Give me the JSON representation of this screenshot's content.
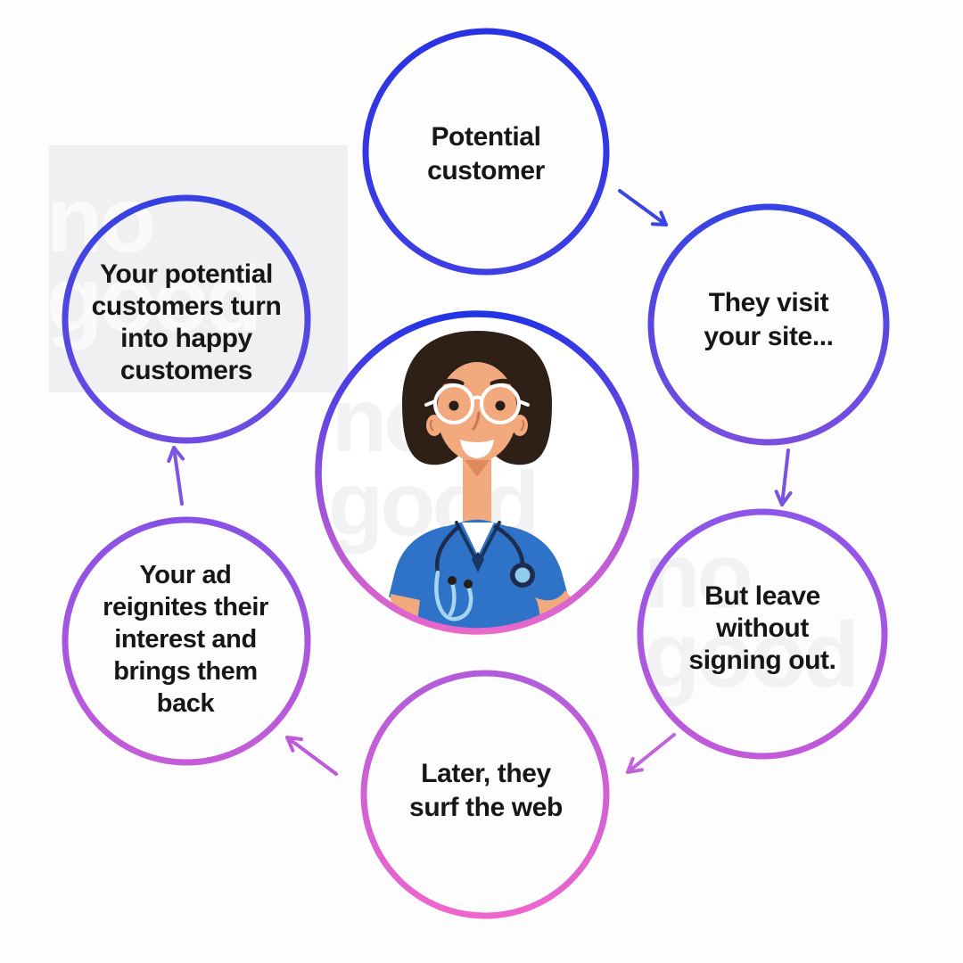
{
  "background_color": "#FDFDFE",
  "watermarks": {
    "brand_lines": [
      "no",
      "good"
    ],
    "panel_color": "#F0F0F2",
    "light_text_color": "#FAFAFB",
    "dark_text_color": "#F2F2F4"
  },
  "diagram": {
    "text_color": "#161616",
    "steps": [
      {
        "id": "potential-customer",
        "lines": [
          "Potential",
          "customer"
        ],
        "border_from": "#2A33E3",
        "border_to": "#3F3EE4"
      },
      {
        "id": "they-visit",
        "lines": [
          "They visit",
          "your site..."
        ],
        "border_from": "#3642E3",
        "border_to": "#7A4EDF"
      },
      {
        "id": "but-leave",
        "lines": [
          "But leave",
          "without",
          "signing out."
        ],
        "border_from": "#8C55E8",
        "border_to": "#C259D9"
      },
      {
        "id": "later-surf",
        "lines": [
          "Later, they",
          "surf the web"
        ],
        "border_from": "#B25BDA",
        "border_to": "#EE66CD"
      },
      {
        "id": "ad-reignites",
        "lines": [
          "Your ad",
          "reignites their",
          "interest and",
          "brings them",
          "back"
        ],
        "border_from": "#8751E5",
        "border_to": "#C55CD7"
      },
      {
        "id": "happy-customers",
        "lines": [
          "Your potential",
          "customers turn",
          "into happy",
          "customers"
        ],
        "border_from": "#3541E2",
        "border_to": "#6F4CE1"
      }
    ],
    "arrows": [
      {
        "from": "potential-customer",
        "to": "they-visit",
        "color": "#3A46E2"
      },
      {
        "from": "they-visit",
        "to": "but-leave",
        "color": "#7B52E2"
      },
      {
        "from": "but-leave",
        "to": "later-surf",
        "color": "#C263DB"
      },
      {
        "from": "later-surf",
        "to": "ad-reignites",
        "color": "#BC5AD8"
      },
      {
        "from": "ad-reignites",
        "to": "happy-customers",
        "color": "#7D55E3"
      }
    ],
    "center": {
      "border_from": "#2133E5",
      "border_mid": "#8A4FDE",
      "border_to": "#E968CB",
      "illustration": {
        "label": "female-healthcare-professional-with-stethoscope",
        "skin": "#F2A97E",
        "skin_shadow": "#DE8A5E",
        "hair": "#2E2017",
        "scrub": "#2E73C8",
        "collar_navy": "#16365E",
        "undershirt": "#FFFFFF",
        "stethoscope_tube": "#1D2C4E",
        "stethoscope_light": "#A6D4F1",
        "chestpiece_center": "#8FCBEE",
        "glasses": "#FFFFFF",
        "pupil": "#241D1A",
        "nose_line": "#C8764E",
        "mouth": "#FFFFFF"
      }
    }
  }
}
